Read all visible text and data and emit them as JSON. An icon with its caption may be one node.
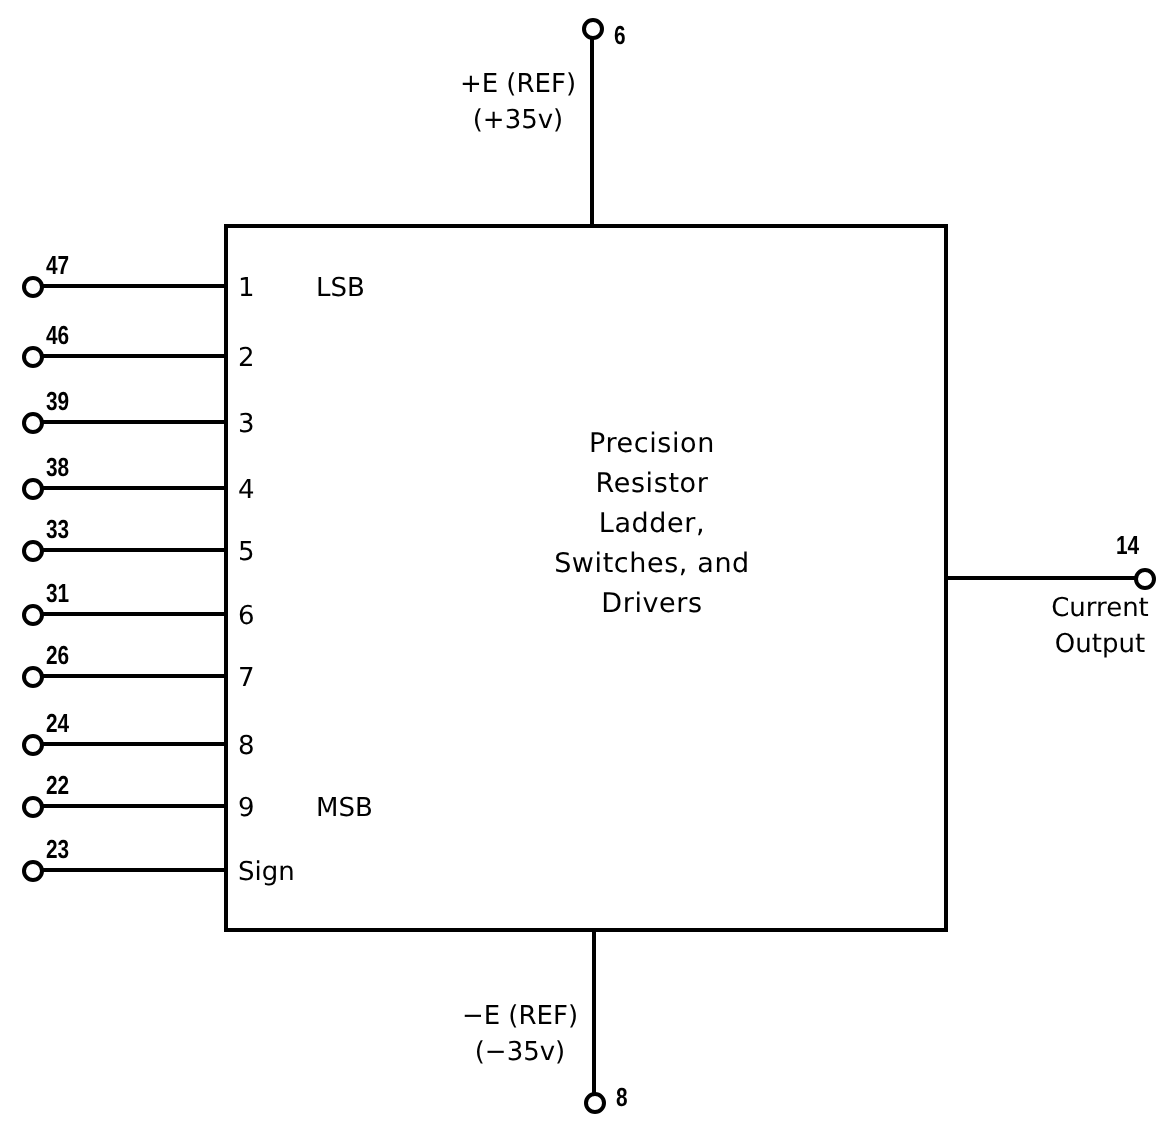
{
  "diagram": {
    "nodes": [
      {
        "text": [
          "1",
          "LSB",
          "2",
          "3",
          "4",
          "5",
          "6",
          "7",
          "8",
          "9",
          "MSB",
          "Sign",
          "Precision Resistor Ladder, Switches, and Drivers"
        ]
      },
      {
        "text": [],
        "shape": "circle",
        "beside": [
          "+E (REF) (+35v)",
          "6"
        ]
      },
      {
        "text": [],
        "shape": "circle",
        "beside": [
          "47"
        ]
      },
      {
        "text": [],
        "shape": "circle",
        "beside": [
          "46"
        ]
      },
      {
        "text": [],
        "shape": "circle",
        "beside": [
          "39"
        ]
      },
      {
        "text": [],
        "shape": "circle",
        "beside": [
          "38"
        ]
      },
      {
        "text": [],
        "shape": "circle",
        "beside": [
          "33"
        ]
      },
      {
        "text": [],
        "shape": "circle",
        "beside": [
          "31"
        ]
      },
      {
        "text": [],
        "shape": "circle",
        "beside": [
          "26"
        ]
      },
      {
        "text": [],
        "shape": "circle",
        "beside": [
          "24"
        ]
      },
      {
        "text": [],
        "shape": "circle",
        "beside": [
          "22"
        ]
      },
      {
        "text": [],
        "shape": "circle",
        "beside": [
          "23"
        ]
      },
      {
        "text": [],
        "shape": "circle",
        "beside": [
          "14",
          "Current Output"
        ]
      },
      {
        "text": [],
        "shape": "circle",
        "beside": [
          "−E (REF) (−35v)",
          "8"
        ]
      }
    ],
    "edges": [
      {
        "from": 1,
        "to": 0,
        "arrow": "none"
      },
      {
        "from": 2,
        "to": 0,
        "arrow": "none"
      },
      {
        "from": 3,
        "to": 0,
        "arrow": "none"
      },
      {
        "from": 4,
        "to": 0,
        "arrow": "none"
      },
      {
        "from": 5,
        "to": 0,
        "arrow": "none"
      },
      {
        "from": 6,
        "to": 0,
        "arrow": "none"
      },
      {
        "from": 7,
        "to": 0,
        "arrow": "none"
      },
      {
        "from": 8,
        "to": 0,
        "arrow": "none"
      },
      {
        "from": 9,
        "to": 0,
        "arrow": "none"
      },
      {
        "from": 10,
        "to": 0,
        "arrow": "none"
      },
      {
        "from": 11,
        "to": 0,
        "arrow": "none"
      },
      {
        "from": 12,
        "to": 0,
        "arrow": "none"
      },
      {
        "from": 13,
        "to": 0,
        "arrow": "none"
      }
    ]
  }
}
